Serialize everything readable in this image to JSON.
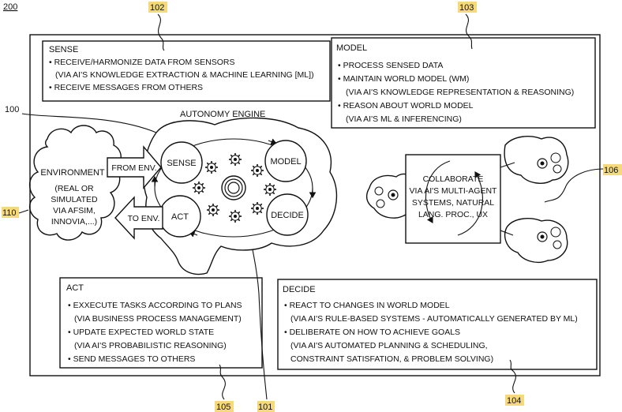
{
  "figure_number": "200",
  "refs": {
    "sense": "102",
    "model": "103",
    "collaborate": "106",
    "environment": "110",
    "engine": "100",
    "act": "105",
    "decide": "104",
    "brain": "101"
  },
  "sense_box": {
    "title": "SENSE",
    "lines": [
      "• RECEIVE/HARMONIZE DATA FROM SENSORS",
      "(VIA AI'S KNOWLEDGE EXTRACTION & MACHINE LEARNING [ML])",
      "• RECEIVE MESSAGES FROM OTHERS"
    ]
  },
  "model_box": {
    "title": "MODEL",
    "lines": [
      "• PROCESS SENSED DATA",
      "• MAINTAIN WORLD MODEL (WM)",
      "(VIA AI'S KNOWLEDGE REPRESENTATION & REASONING)",
      "• REASON ABOUT WORLD MODEL",
      "(VIA AI'S ML & INFERENCING)"
    ]
  },
  "act_box": {
    "title": "ACT",
    "lines": [
      "• EXXECUTE TASKS ACCORDING TO PLANS",
      "(VIA BUSINESS PROCESS MANAGEMENT)",
      "• UPDATE EXPECTED WORLD STATE",
      "(VIA AI'S PROBABILISTIC REASONING)",
      "• SEND MESSAGES TO OTHERS"
    ]
  },
  "decide_box": {
    "title": "DECIDE",
    "lines": [
      "• REACT TO CHANGES IN WORLD MODEL",
      "(VIA AI'S RULE-BASED SYSTEMS - AUTOMATICALLY GENERATED BY ML)",
      "• DELIBERATE ON HOW TO ACHIEVE GOALS",
      "(VIA AI'S AUTOMATED PLANNING & SCHEDULING,",
      "CONSTRAINT SATISFATION, & PROBLEM SOLVING)"
    ]
  },
  "engine": {
    "title": "AUTONOMY ENGINE",
    "sense": "SENSE",
    "model": "MODEL",
    "act": "ACT",
    "decide": "DECIDE"
  },
  "environment": {
    "title": "ENVIRONMENT",
    "lines": [
      "(REAL OR",
      "SIMULATED",
      "VIA AFSIM,",
      "INNOVIA,...)"
    ],
    "from_env": "FROM ENV.",
    "to_env": "TO ENV."
  },
  "collaborate": {
    "lines": [
      "COLLABORATE",
      "VIA AI'S MULTI-AGENT",
      "SYSTEMS, NATURAL",
      "LANG. PROC., UX"
    ]
  }
}
